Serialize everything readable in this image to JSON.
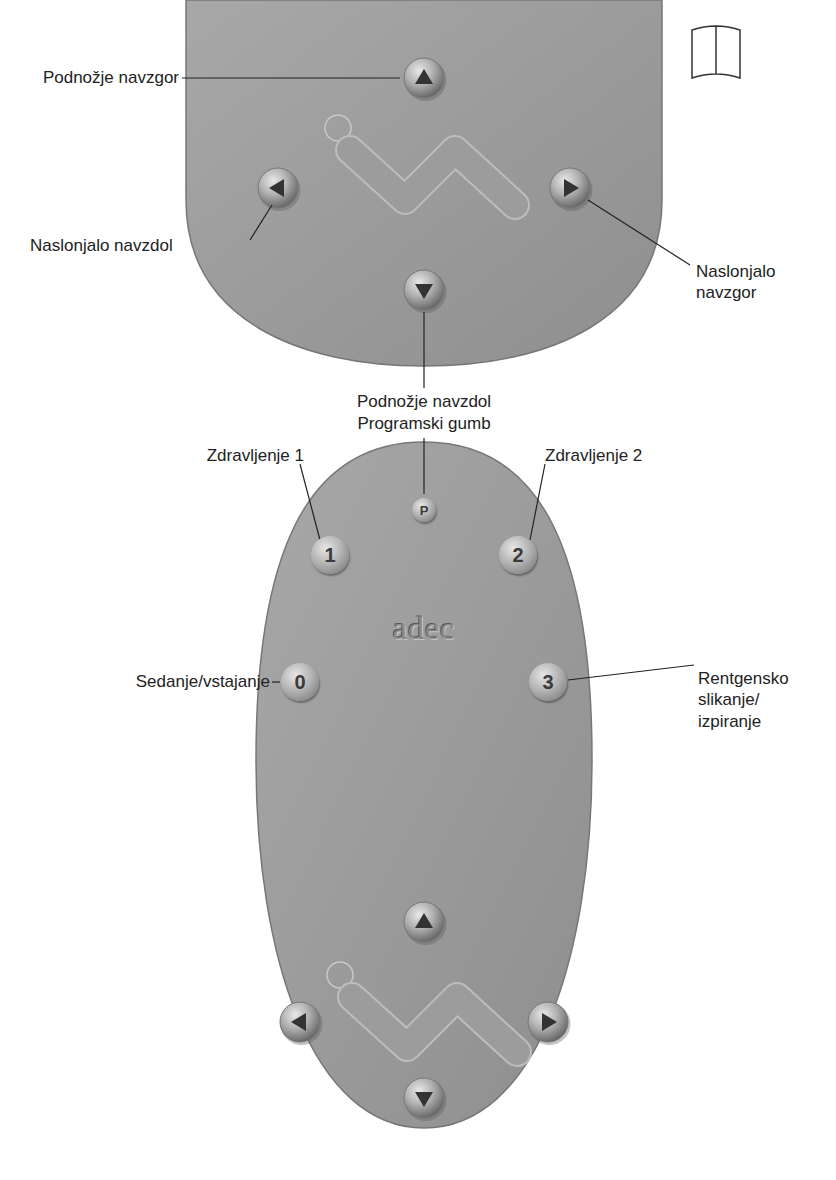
{
  "diagram": {
    "nodes": [
      {
        "text": [
          "P"
        ]
      },
      {
        "text": [
          "1"
        ]
      },
      {
        "text": [
          "2"
        ]
      },
      {
        "text": [
          "0"
        ]
      },
      {
        "text": [
          "3"
        ]
      }
    ],
    "labels": [
      "Podnožje navzgor",
      "Naslonjalo navzdol",
      "Naslonjalo navzgor",
      "Podnožje navzdol",
      "Programski gumb",
      "Zdravljenje 1",
      "Zdravljenje 2",
      "Sedanje/vstajanje",
      "Rentgensko slikanje/ izpiranje",
      "adec"
    ]
  }
}
